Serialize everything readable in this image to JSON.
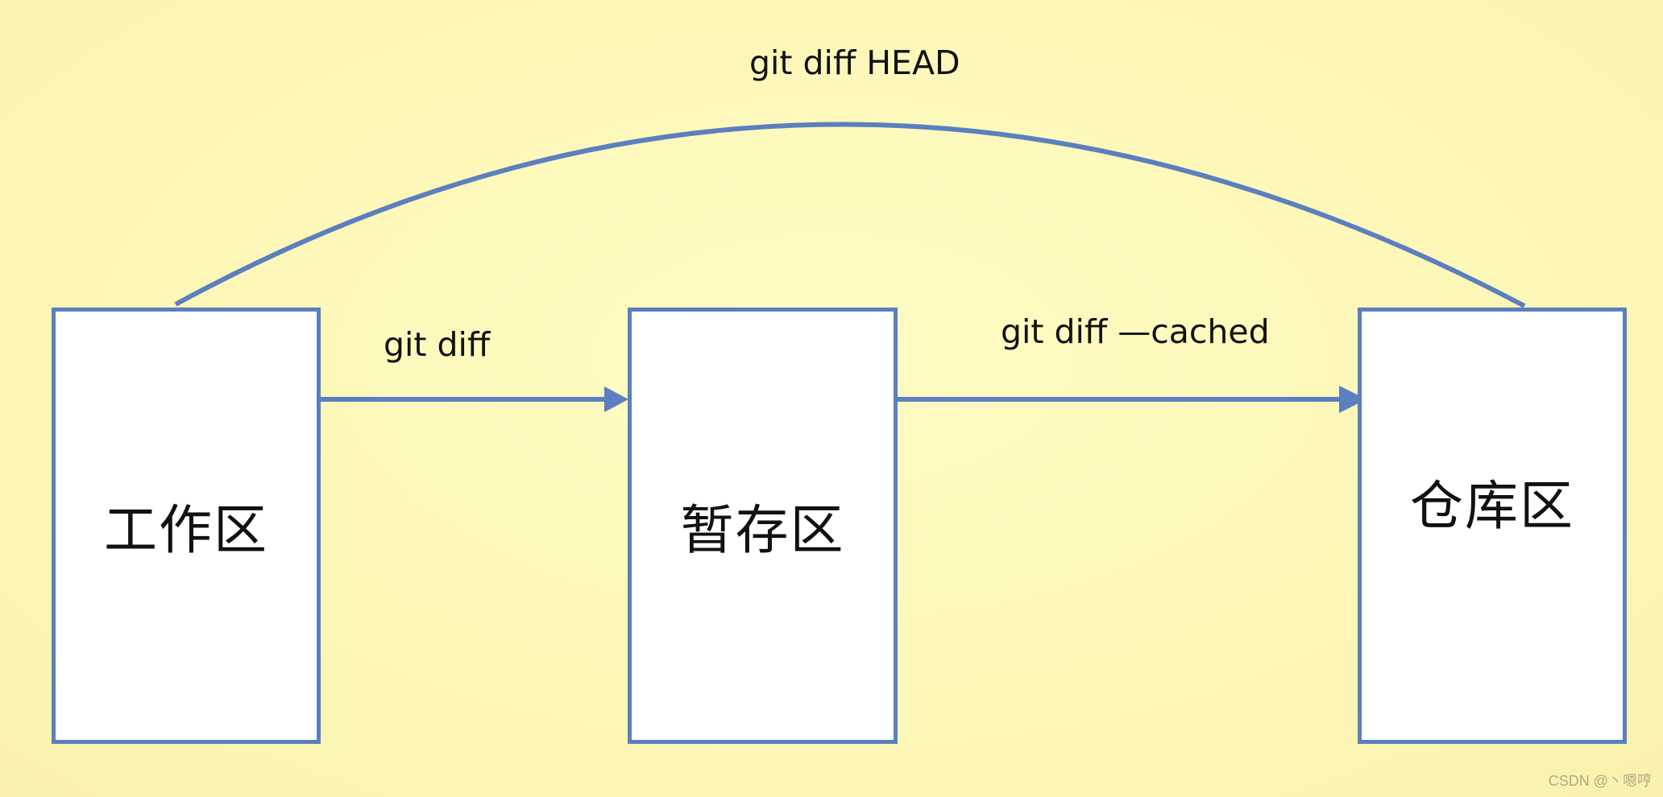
{
  "boxes": {
    "working": "工作区",
    "staging": "暂存区",
    "repository": "仓库区"
  },
  "arrows": {
    "head": "git diff HEAD",
    "diff": "git diff",
    "cached": "git diff —cached"
  },
  "watermark": "CSDN @丶嗯哼",
  "colors": {
    "background": "#fdf8b8",
    "line": "#5b7fbf",
    "box_fill": "#ffffff"
  }
}
